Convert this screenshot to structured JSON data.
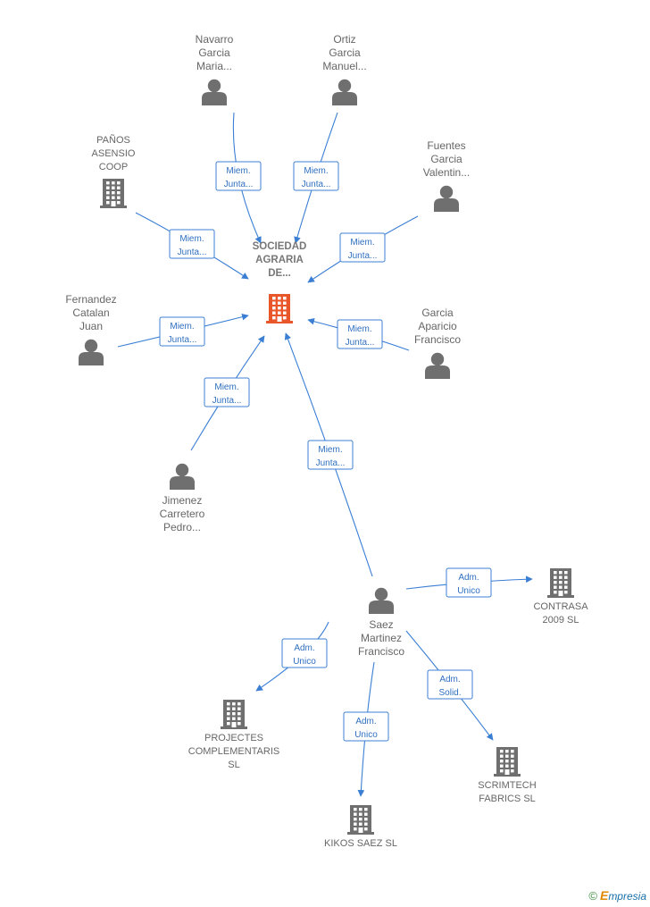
{
  "colors": {
    "accent": "#3b7fd4",
    "center_icon": "#e8562a",
    "icon": "#6f6f6f",
    "text": "#666666"
  },
  "center": {
    "id": "center",
    "icon": "building-icon",
    "lines": [
      "SOCIEDAD",
      "AGRARIA",
      "DE..."
    ]
  },
  "people": [
    {
      "id": "navarro",
      "icon": "person-icon",
      "lines": [
        "Navarro",
        "Garcia",
        "Maria..."
      ]
    },
    {
      "id": "ortiz",
      "icon": "person-icon",
      "lines": [
        "Ortiz",
        "Garcia",
        "Manuel..."
      ]
    },
    {
      "id": "fuentes",
      "icon": "person-icon",
      "lines": [
        "Fuentes",
        "Garcia",
        "Valentin..."
      ]
    },
    {
      "id": "fernandez",
      "icon": "person-icon",
      "lines": [
        "Fernandez",
        "Catalan",
        "Juan"
      ]
    },
    {
      "id": "garcia",
      "icon": "person-icon",
      "lines": [
        "Garcia",
        "Aparicio",
        "Francisco"
      ]
    },
    {
      "id": "jimenez",
      "icon": "person-icon",
      "lines": [
        "Jimenez",
        "Carretero",
        "Pedro..."
      ]
    },
    {
      "id": "saez",
      "icon": "person-icon",
      "lines": [
        "Saez",
        "Martinez",
        "Francisco"
      ]
    }
  ],
  "companies": [
    {
      "id": "panos",
      "icon": "building-icon",
      "lines": [
        "PAÑOS",
        "ASENSIO",
        "COOP"
      ]
    },
    {
      "id": "contrasa",
      "icon": "building-icon",
      "lines": [
        "CONTRASA",
        "2009  SL"
      ]
    },
    {
      "id": "projectes",
      "icon": "building-icon",
      "lines": [
        "PROJECTES",
        "COMPLEMENTARIS",
        "SL"
      ]
    },
    {
      "id": "kikos",
      "icon": "building-icon",
      "lines": [
        "KIKOS SAEZ SL"
      ]
    },
    {
      "id": "scrimtech",
      "icon": "building-icon",
      "lines": [
        "SCRIMTECH",
        "FABRICS  SL"
      ]
    }
  ],
  "edges": [
    {
      "from": "navarro",
      "to": "center",
      "lines": [
        "Miem.",
        "Junta..."
      ]
    },
    {
      "from": "ortiz",
      "to": "center",
      "lines": [
        "Miem.",
        "Junta..."
      ]
    },
    {
      "from": "panos",
      "to": "center",
      "lines": [
        "Miem.",
        "Junta..."
      ]
    },
    {
      "from": "fuentes",
      "to": "center",
      "lines": [
        "Miem.",
        "Junta..."
      ]
    },
    {
      "from": "fernandez",
      "to": "center",
      "lines": [
        "Miem.",
        "Junta..."
      ]
    },
    {
      "from": "garcia",
      "to": "center",
      "lines": [
        "Miem.",
        "Junta..."
      ]
    },
    {
      "from": "jimenez",
      "to": "center",
      "lines": [
        "Miem.",
        "Junta..."
      ]
    },
    {
      "from": "saez",
      "to": "center",
      "lines": [
        "Miem.",
        "Junta..."
      ]
    },
    {
      "from": "saez",
      "to": "contrasa",
      "lines": [
        "Adm.",
        "Unico"
      ]
    },
    {
      "from": "saez",
      "to": "projectes",
      "lines": [
        "Adm.",
        "Unico"
      ]
    },
    {
      "from": "saez",
      "to": "kikos",
      "lines": [
        "Adm.",
        "Unico"
      ]
    },
    {
      "from": "saez",
      "to": "scrimtech",
      "lines": [
        "Adm.",
        "Solid."
      ]
    }
  ],
  "footer": {
    "copyright": "©",
    "brand_initial": "E",
    "brand_rest": "mpresia"
  }
}
